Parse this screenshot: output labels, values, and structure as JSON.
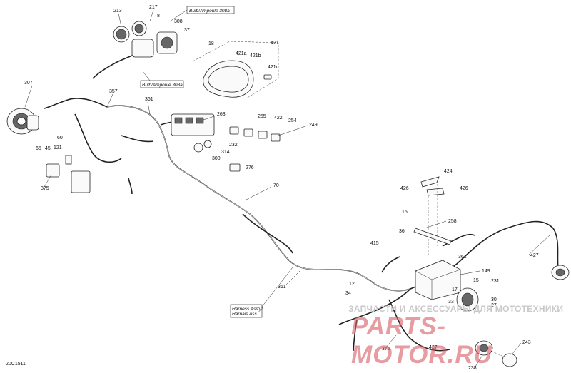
{
  "diagram_code": "20C1511",
  "watermark": {
    "top_text": "ЗАПЧАСТИ И АКСЕССУАРЫ ДЛЯ МОТОТЕХНИКИ",
    "brand_text": "PARTS-MOTOR.RU"
  },
  "callout_boxes": [
    {
      "id": "bulb_top",
      "text": "Bulb/Ampoule 308a"
    },
    {
      "id": "bulb_mid",
      "text": "Bulb/Ampoule 308a"
    },
    {
      "id": "harness",
      "line1": "Harness Ass'y/",
      "line2": "Harnais Ass."
    }
  ],
  "labels": [
    "213",
    "217",
    "8",
    "308",
    "37",
    "18",
    "307",
    "421",
    "421a",
    "421b",
    "421c",
    "357",
    "361",
    "263",
    "255",
    "422",
    "254",
    "249",
    "232",
    "314",
    "300",
    "276",
    "60",
    "45",
    "121",
    "65",
    "375",
    "70",
    "424",
    "426",
    "426",
    "15",
    "258",
    "36",
    "415",
    "361",
    "427",
    "149",
    "231",
    "15",
    "12",
    "34",
    "17",
    "33",
    "30",
    "27",
    "361",
    "427",
    "376",
    "243",
    "238"
  ]
}
